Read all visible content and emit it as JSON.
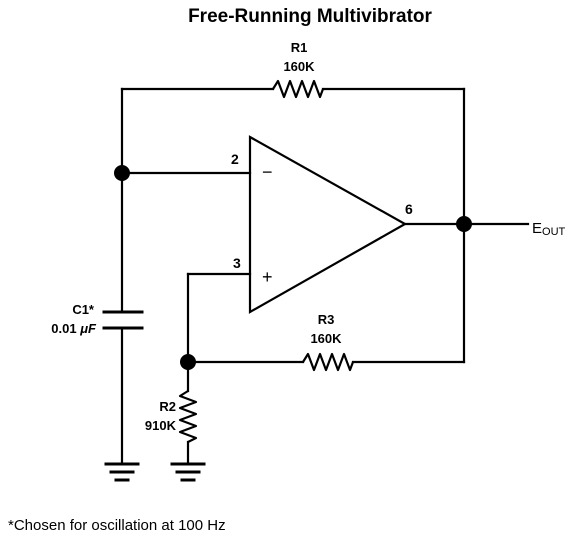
{
  "title": "Free-Running Multivibrator",
  "components": {
    "r1": {
      "name": "R1",
      "value": "160K"
    },
    "r2": {
      "name": "R2",
      "value": "910K"
    },
    "r3": {
      "name": "R3",
      "value": "160K"
    },
    "c1": {
      "name": "C1*",
      "value_prefix": "0.01 ",
      "value_unit": "μF"
    }
  },
  "opamp": {
    "inverting_pin": "2",
    "noninverting_pin": "3",
    "output_pin": "6",
    "minus_sign": "−",
    "plus_sign": "+"
  },
  "output": {
    "label_main": "E",
    "label_sub": "OUT"
  },
  "footnote": "*Chosen for oscillation at 100 Hz"
}
